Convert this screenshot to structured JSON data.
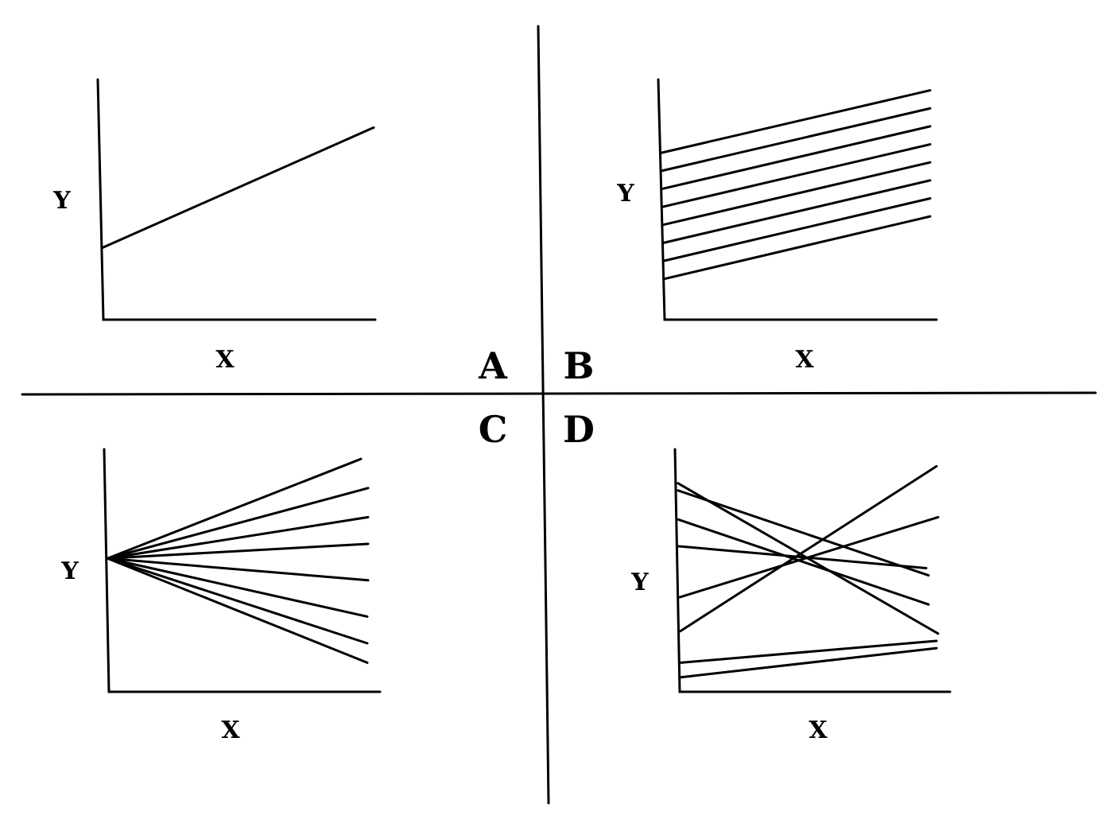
{
  "panels": [
    {
      "id": "A",
      "label": "A",
      "x_label": "X",
      "y_label": "Y",
      "lines": [
        {
          "y0": 0.3,
          "y1": 0.8
        }
      ]
    },
    {
      "id": "B",
      "label": "B",
      "x_label": "X",
      "y_label": "Y",
      "lines": [
        {
          "y0": 0.17,
          "y1": 0.43
        },
        {
          "y0": 0.245,
          "y1": 0.505
        },
        {
          "y0": 0.32,
          "y1": 0.58
        },
        {
          "y0": 0.395,
          "y1": 0.655
        },
        {
          "y0": 0.47,
          "y1": 0.73
        },
        {
          "y0": 0.545,
          "y1": 0.805
        },
        {
          "y0": 0.62,
          "y1": 0.88
        },
        {
          "y0": 0.695,
          "y1": 0.955
        }
      ]
    },
    {
      "id": "C",
      "label": "C",
      "x_label": "X",
      "y_label": "Y",
      "lines": [
        {
          "y0": 0.55,
          "y1": 0.12
        },
        {
          "y0": 0.55,
          "y1": 0.2
        },
        {
          "y0": 0.55,
          "y1": 0.31
        },
        {
          "y0": 0.55,
          "y1": 0.46
        },
        {
          "y0": 0.55,
          "y1": 0.61
        },
        {
          "y0": 0.55,
          "y1": 0.72
        },
        {
          "y0": 0.55,
          "y1": 0.84
        },
        {
          "y0": 0.55,
          "y1": 0.96
        }
      ]
    },
    {
      "id": "D",
      "label": "D",
      "x_label": "X",
      "y_label": "Y",
      "lines": [
        {
          "y0": 0.12,
          "y1": 0.21
        },
        {
          "y0": 0.39,
          "y1": 0.72
        },
        {
          "y0": 0.6,
          "y1": 0.51
        },
        {
          "y0": 0.83,
          "y1": 0.48
        },
        {
          "y0": 0.71,
          "y1": 0.36
        },
        {
          "y0": 0.25,
          "y1": 0.93
        },
        {
          "y0": 0.06,
          "y1": 0.18
        },
        {
          "y0": 0.86,
          "y1": 0.24
        }
      ]
    }
  ]
}
